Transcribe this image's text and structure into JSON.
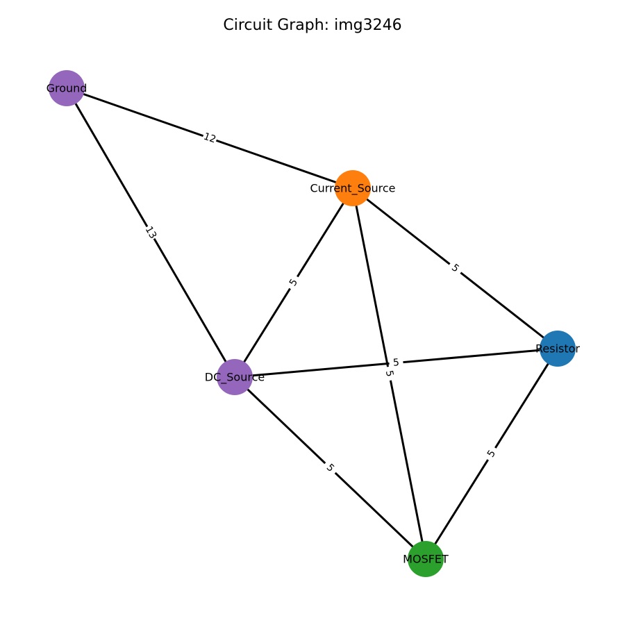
{
  "title": "Circuit Graph: img3246",
  "nodes": [
    {
      "id": "Ground",
      "label": "Ground",
      "color": "#9467bd"
    },
    {
      "id": "Current_Source",
      "label": "Current_Source",
      "color": "#ff7f0e"
    },
    {
      "id": "DC_Source",
      "label": "DC_Source",
      "color": "#9467bd"
    },
    {
      "id": "Resistor",
      "label": "Resistor",
      "color": "#1f77b4"
    },
    {
      "id": "MOSFET",
      "label": "MOSFET",
      "color": "#2ca02c"
    }
  ],
  "edges": [
    {
      "source": "Ground",
      "target": "Current_Source",
      "label": "12"
    },
    {
      "source": "Ground",
      "target": "DC_Source",
      "label": "13"
    },
    {
      "source": "Current_Source",
      "target": "DC_Source",
      "label": "5"
    },
    {
      "source": "Current_Source",
      "target": "Resistor",
      "label": "5"
    },
    {
      "source": "Current_Source",
      "target": "MOSFET",
      "label": "5"
    },
    {
      "source": "DC_Source",
      "target": "Resistor",
      "label": "5"
    },
    {
      "source": "DC_Source",
      "target": "MOSFET",
      "label": "5"
    },
    {
      "source": "Resistor",
      "target": "MOSFET",
      "label": "5"
    }
  ]
}
